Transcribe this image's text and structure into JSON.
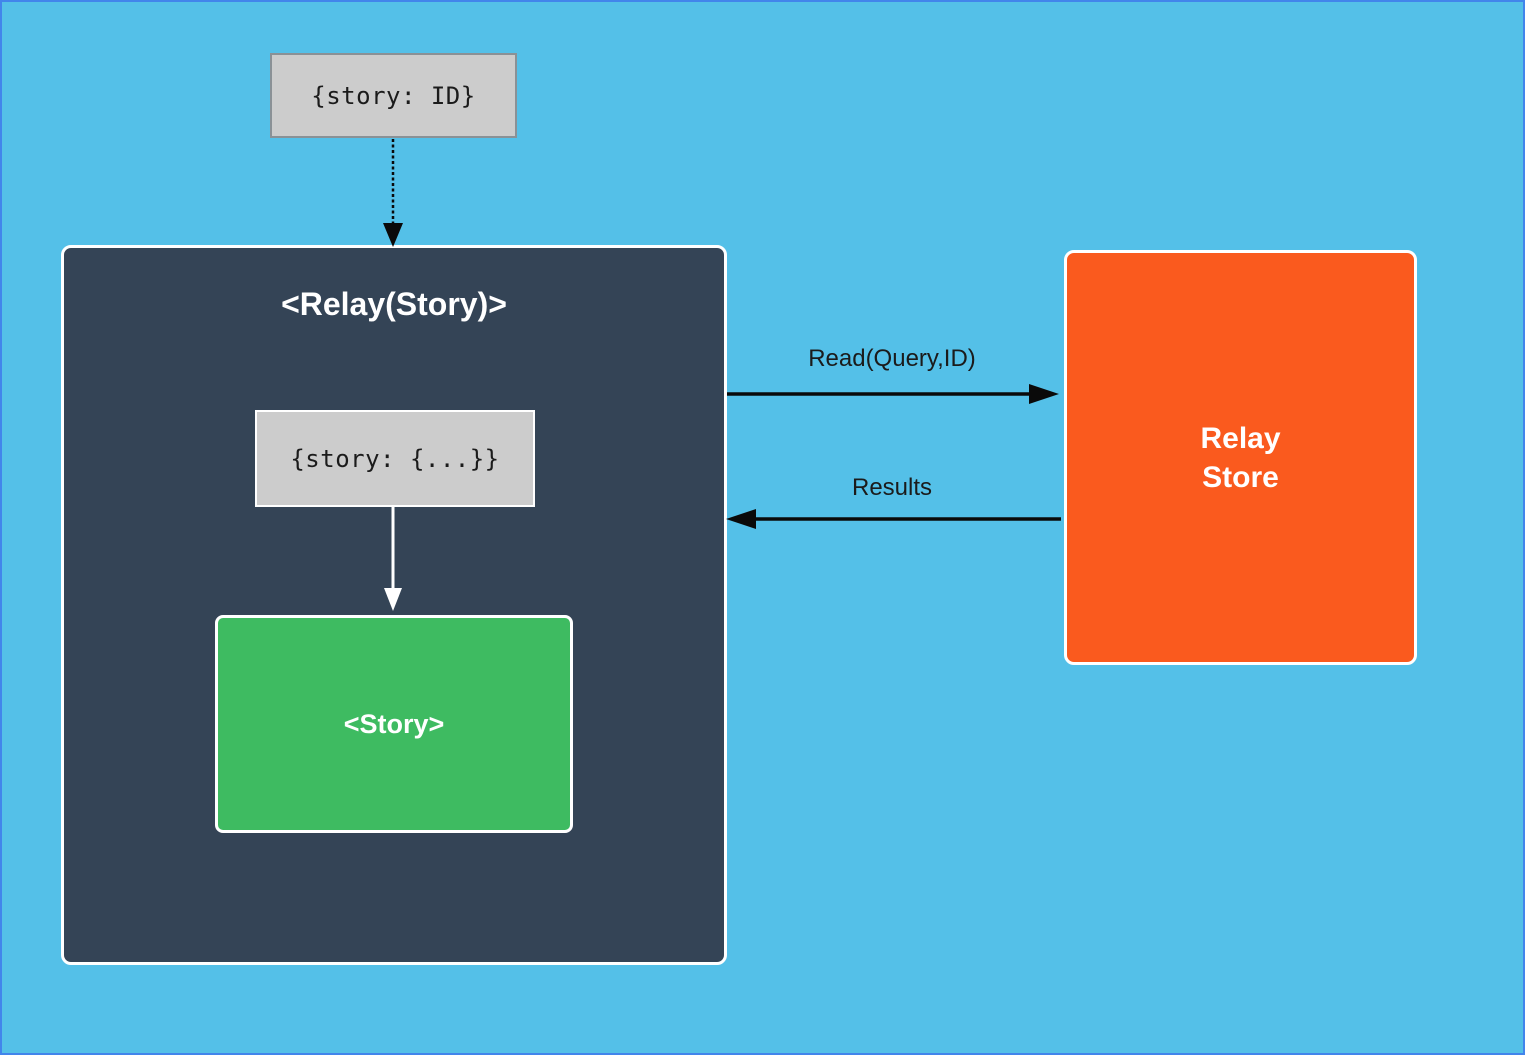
{
  "colors": {
    "bg": "#54C0E8",
    "frame": "#4285EB",
    "dark": "#344456",
    "gray-fill": "#CCCCCC",
    "gray-border": "#8A9196",
    "green": "#3EBB61",
    "orange": "#FA5A1E",
    "white": "#FFFFFF",
    "arrow": "#0A0A0A"
  },
  "nodes": {
    "query_input": {
      "label": "{story: ID}"
    },
    "relay_container": {
      "title": "<Relay(Story)>"
    },
    "story_props": {
      "label": "{story: {...}}"
    },
    "story_component": {
      "label": "<Story>"
    },
    "relay_store": {
      "line1": "Relay",
      "line2": "Store"
    }
  },
  "edges": {
    "query_to_relay": {
      "style": "dashed-black-down"
    },
    "props_to_story": {
      "style": "solid-white-down"
    },
    "read": {
      "label": "Read(Query,ID)"
    },
    "results": {
      "label": "Results"
    }
  }
}
